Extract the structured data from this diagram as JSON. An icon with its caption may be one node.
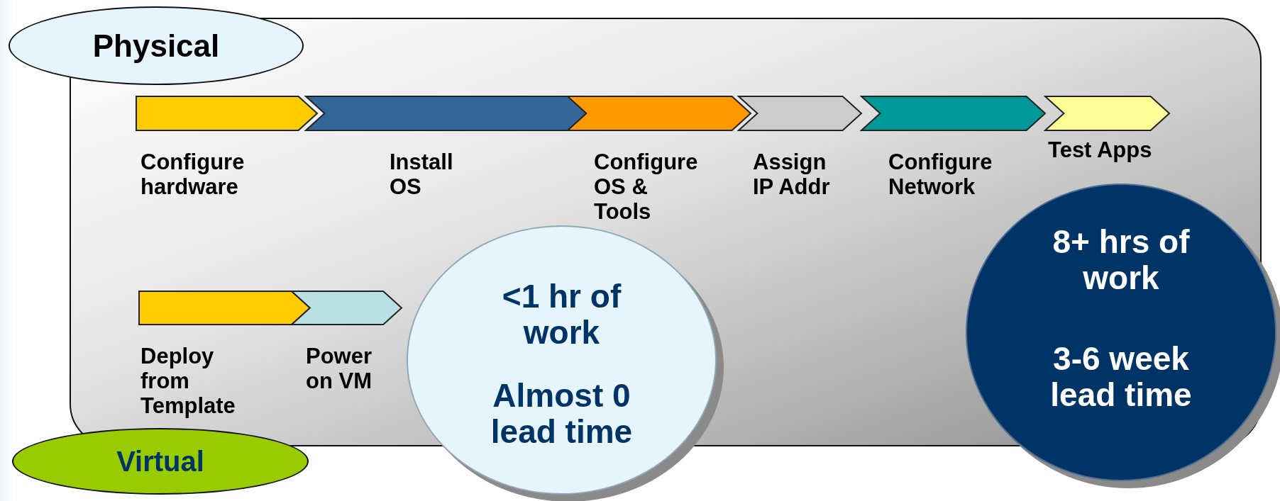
{
  "diagram": {
    "nodes": [
      {
        "text": [
          "Physical"
        ]
      },
      {
        "text": [
          "Configure hardware"
        ]
      },
      {
        "text": [
          "Install OS"
        ]
      },
      {
        "text": [
          "Configure OS & Tools"
        ]
      },
      {
        "text": [
          "Assign IP Addr"
        ]
      },
      {
        "text": [
          "Configure Network"
        ]
      },
      {
        "text": [
          "Test Apps"
        ]
      },
      {
        "text": [
          "Deploy from Template"
        ]
      },
      {
        "text": [
          "Power on VM"
        ]
      },
      {
        "text": [
          "Virtual"
        ]
      },
      {
        "text": [
          "<1 hr of work",
          "Almost 0 lead time"
        ]
      },
      {
        "text": [
          "8+ hrs of work",
          "3-6 week lead time"
        ]
      }
    ]
  }
}
